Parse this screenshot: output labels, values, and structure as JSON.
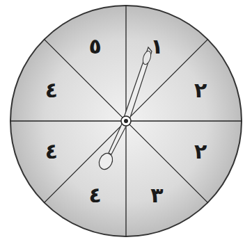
{
  "diagram": {
    "labels": [
      "٥",
      "١",
      "٢",
      "٤",
      "٢",
      "٤",
      "٤",
      "٣"
    ]
  }
}
